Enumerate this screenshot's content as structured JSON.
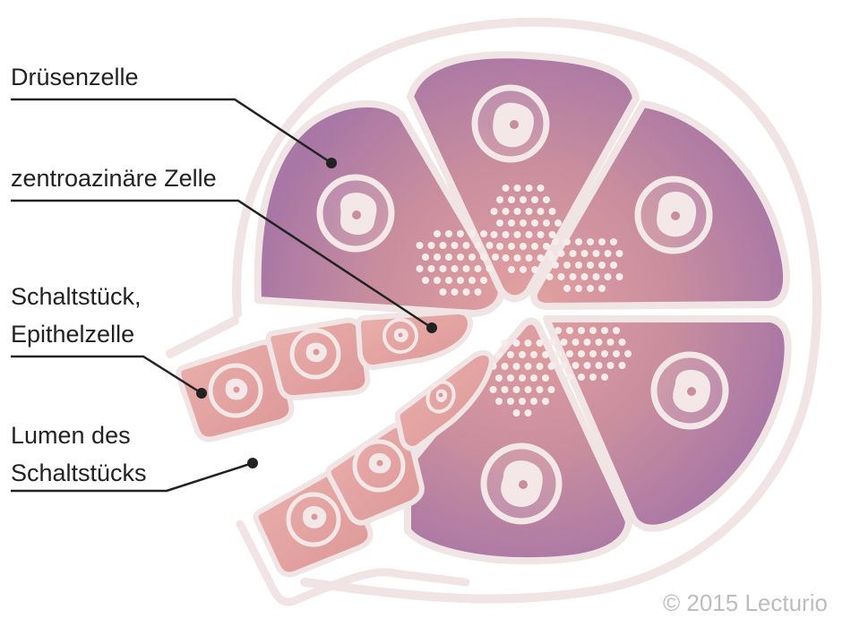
{
  "labels": {
    "gland_cell": "Drüsenzelle",
    "centroacinar_cell": "zentroazinäre Zelle",
    "duct_line1": "Schaltstück,",
    "duct_line2": "Epithelzelle",
    "lumen_line1": "Lumen des",
    "lumen_line2": "Schaltstücks"
  },
  "copyright": "© 2015 Lecturio",
  "colors": {
    "acinar_pink": "#d79aa0",
    "acinar_purple": "#b07aa4",
    "duct_cell": "#e6a4a4",
    "outline": "#f0e4e4",
    "leader_line": "#222222",
    "copyright_text": "#bdbdbd"
  }
}
